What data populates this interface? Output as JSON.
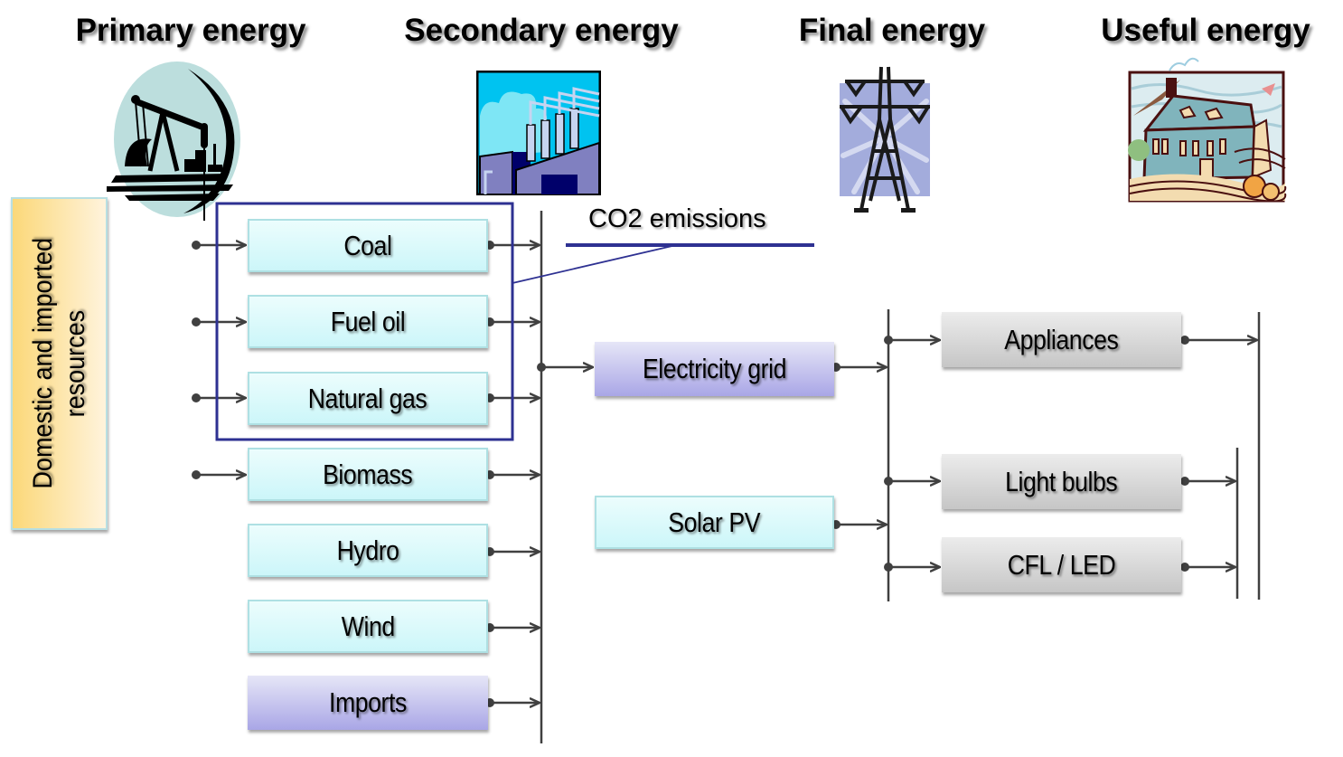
{
  "stages": {
    "primary": "Primary energy",
    "secondary": "Secondary energy",
    "final": "Final energy",
    "useful": "Useful energy"
  },
  "icons": {
    "primary": "oil-pump-icon",
    "secondary": "power-plant-icon",
    "final": "transmission-tower-icon",
    "useful": "house-icon"
  },
  "resources_label": "Domestic and imported resources",
  "resources_label_lines": [
    "Domestic and imported",
    "resources"
  ],
  "primary_sources": [
    {
      "label": "Coal",
      "style": "cyan",
      "fossil": true,
      "has_input": true
    },
    {
      "label": "Fuel oil",
      "style": "cyan",
      "fossil": true,
      "has_input": true
    },
    {
      "label": "Natural gas",
      "style": "cyan",
      "fossil": true,
      "has_input": true
    },
    {
      "label": "Biomass",
      "style": "cyan",
      "fossil": false,
      "has_input": true
    },
    {
      "label": "Hydro",
      "style": "cyan",
      "fossil": false,
      "has_input": false
    },
    {
      "label": "Wind",
      "style": "cyan",
      "fossil": false,
      "has_input": false
    },
    {
      "label": "Imports",
      "style": "purple",
      "fossil": false,
      "has_input": false
    }
  ],
  "secondary_nodes": [
    {
      "label": "Electricity grid",
      "style": "purple"
    },
    {
      "label": "Solar PV",
      "style": "cyan"
    }
  ],
  "final_uses": [
    {
      "label": "Appliances",
      "style": "gray"
    },
    {
      "label": "Light bulbs",
      "style": "gray"
    },
    {
      "label": "CFL / LED",
      "style": "gray"
    }
  ],
  "co2_label": "CO2 emissions",
  "colors": {
    "fossil_outline": "#2e3192",
    "wire": "#404040",
    "cyan_fill": "#d6f8fa",
    "purple_fill": "#b9b6ea",
    "gray_fill": "#d6d6d6",
    "resources_fill": "#fde6a8"
  }
}
